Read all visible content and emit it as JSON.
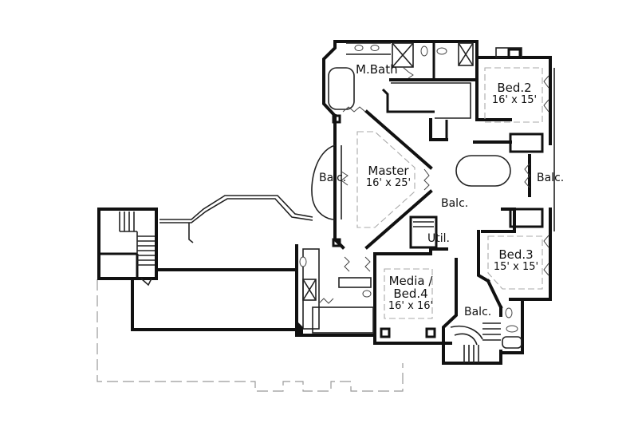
{
  "drawing": {
    "type": "floor-plan",
    "description": "Second floor plan",
    "colors": {
      "walls": "#111111",
      "background": "#ffffff",
      "dashed_outline": "#999999"
    }
  },
  "rooms": {
    "master_bath": {
      "name": "M.Bath"
    },
    "master": {
      "name": "Master",
      "dimensions": "16' x 25'"
    },
    "bed2": {
      "name": "Bed.2",
      "dimensions": "16' x 15'"
    },
    "bed3": {
      "name": "Bed.3",
      "dimensions": "15' x 15'"
    },
    "media_bed4": {
      "name_line1": "Media /",
      "name_line2": "Bed.4",
      "dimensions": "16' x 16'"
    },
    "utility": {
      "name": "Util."
    }
  },
  "balconies": {
    "master_balc": "Balc.",
    "central_balc": "Balc.",
    "east_balc": "Balc.",
    "stair_balc": "Balc."
  }
}
